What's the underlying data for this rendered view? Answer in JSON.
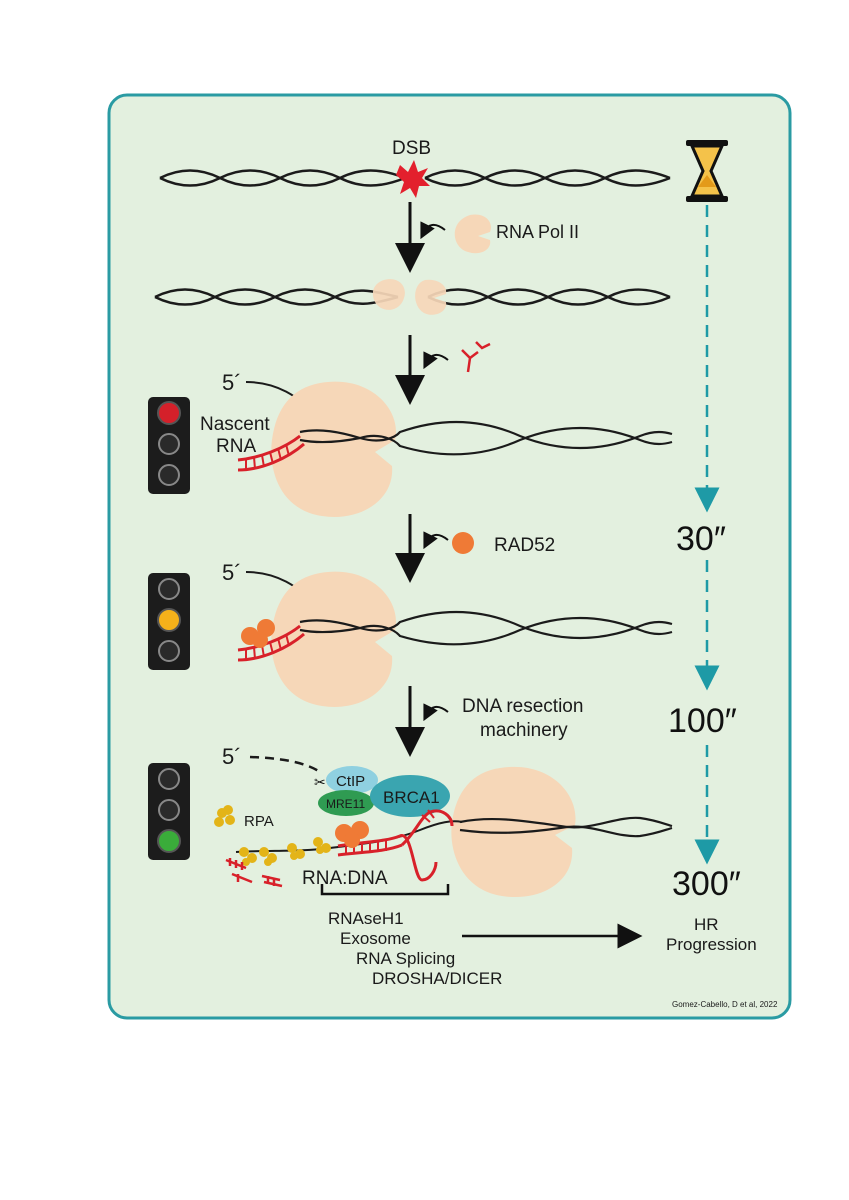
{
  "labels": {
    "dsb": "DSB",
    "rna_pol_ii": "RNA Pol II",
    "five_prime_1": "5´",
    "five_prime_2": "5´",
    "five_prime_3": "5´",
    "nascent": "Nascent",
    "rna": "RNA",
    "rad52": "RAD52",
    "dna_resection_1": "DNA resection",
    "dna_resection_2": "machinery",
    "ctip": "CtIP",
    "mre11": "MRE11",
    "brca1": "BRCA1",
    "rpa": "RPA",
    "rna_dna": "RNA:DNA",
    "factors": [
      "RNAseH1",
      "Exosome",
      "RNA Splicing",
      "DROSHA/DICER"
    ],
    "hr_1": "HR",
    "hr_2": "Progression",
    "credit": "Gomez-Cabello, D et al, 2022"
  },
  "timeline": {
    "t1": "30″",
    "t2": "100″",
    "t3": "300″"
  },
  "traffic_lights": [
    {
      "active": "red"
    },
    {
      "active": "yellow"
    },
    {
      "active": "green"
    }
  ],
  "colors": {
    "panel_bg": "#e3f0df",
    "panel_border": "#2a9ba3",
    "dashed_arrow": "#1e9aa6",
    "pol_ii": "#f6d7b8",
    "rna_red": "#d8212a",
    "rad52": "#ef7a36",
    "rpa": "#e3b418",
    "ctip": "#8fd0e0",
    "mre11": "#2f9b52",
    "brca1": "#3aa5b0"
  }
}
